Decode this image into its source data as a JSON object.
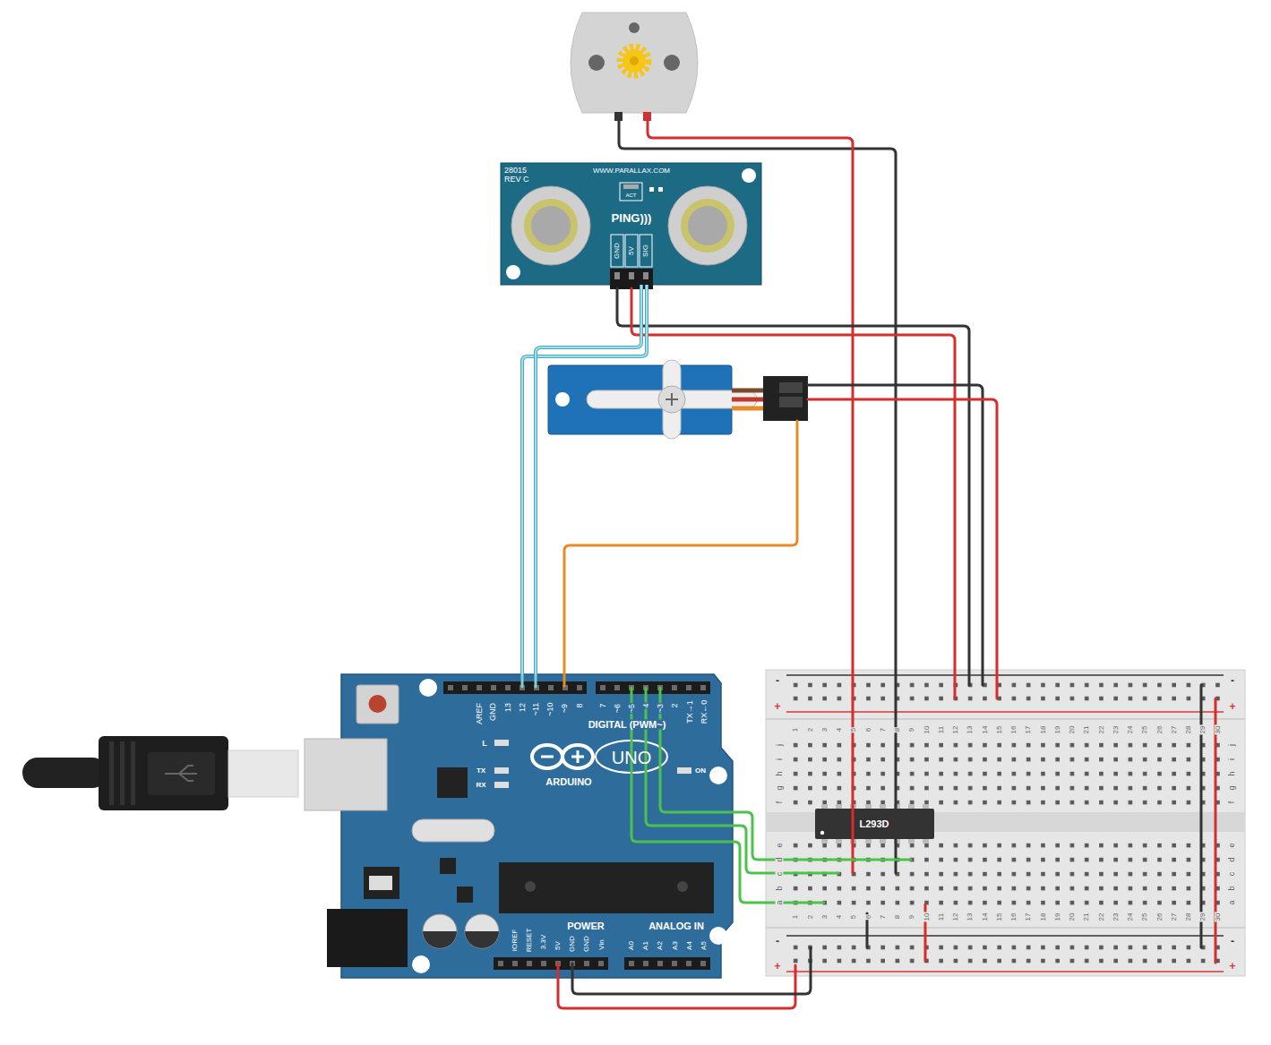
{
  "diagram": {
    "nodes": [
      {
        "text": [
          "28015 REV C",
          "WWW.PARALLAX.COM",
          "ACT",
          "PING)))",
          "GND",
          "5V",
          "SIG"
        ]
      },
      {
        "text": [
          "AREF",
          "GND",
          "13",
          "12",
          "~11",
          "~10",
          "~9",
          "8",
          "7",
          "~6",
          "~5",
          "4",
          "~3",
          "2",
          "TX→1",
          "RX←0",
          "DIGITAL (PWM~)",
          "L",
          "TX",
          "RX",
          "UNO",
          "ARDUINO",
          "ON",
          "IOREF",
          "RESET",
          "3.3V",
          "5V",
          "GND",
          "GND",
          "Vin",
          "POWER",
          "ANALOG IN",
          "A0",
          "A1",
          "A2",
          "A3",
          "A4",
          "A5"
        ]
      },
      {
        "text": [
          "L293D"
        ]
      }
    ],
    "edges": [
      {
        "from": 1,
        "to": 0,
        "arrow": "none"
      },
      {
        "from": 1,
        "to": 0,
        "arrow": "none"
      }
    ],
    "labels": [
      "-",
      "-",
      "+",
      "+",
      "1",
      "2",
      "3",
      "4",
      "5",
      "6",
      "7",
      "8",
      "9",
      "10",
      "11",
      "12",
      "13",
      "14",
      "15",
      "16",
      "17",
      "18",
      "19",
      "20",
      "21",
      "22",
      "23",
      "24",
      "25",
      "26",
      "27",
      "28",
      "29",
      "30",
      "j",
      "i",
      "h",
      "g",
      "f",
      "j",
      "i",
      "h",
      "g",
      "f",
      "e",
      "d",
      "c",
      "b",
      "a",
      "e",
      "d",
      "c",
      "b",
      "a",
      "1",
      "2",
      "3",
      "4",
      "5",
      "6",
      "7",
      "8",
      "9",
      "10",
      "11",
      "12",
      "13",
      "14",
      "15",
      "16",
      "17",
      "18",
      "19",
      "20",
      "21",
      "22",
      "23",
      "24",
      "25",
      "26",
      "27",
      "28",
      "29",
      "30",
      "-",
      "-",
      "+",
      "+"
    ]
  }
}
